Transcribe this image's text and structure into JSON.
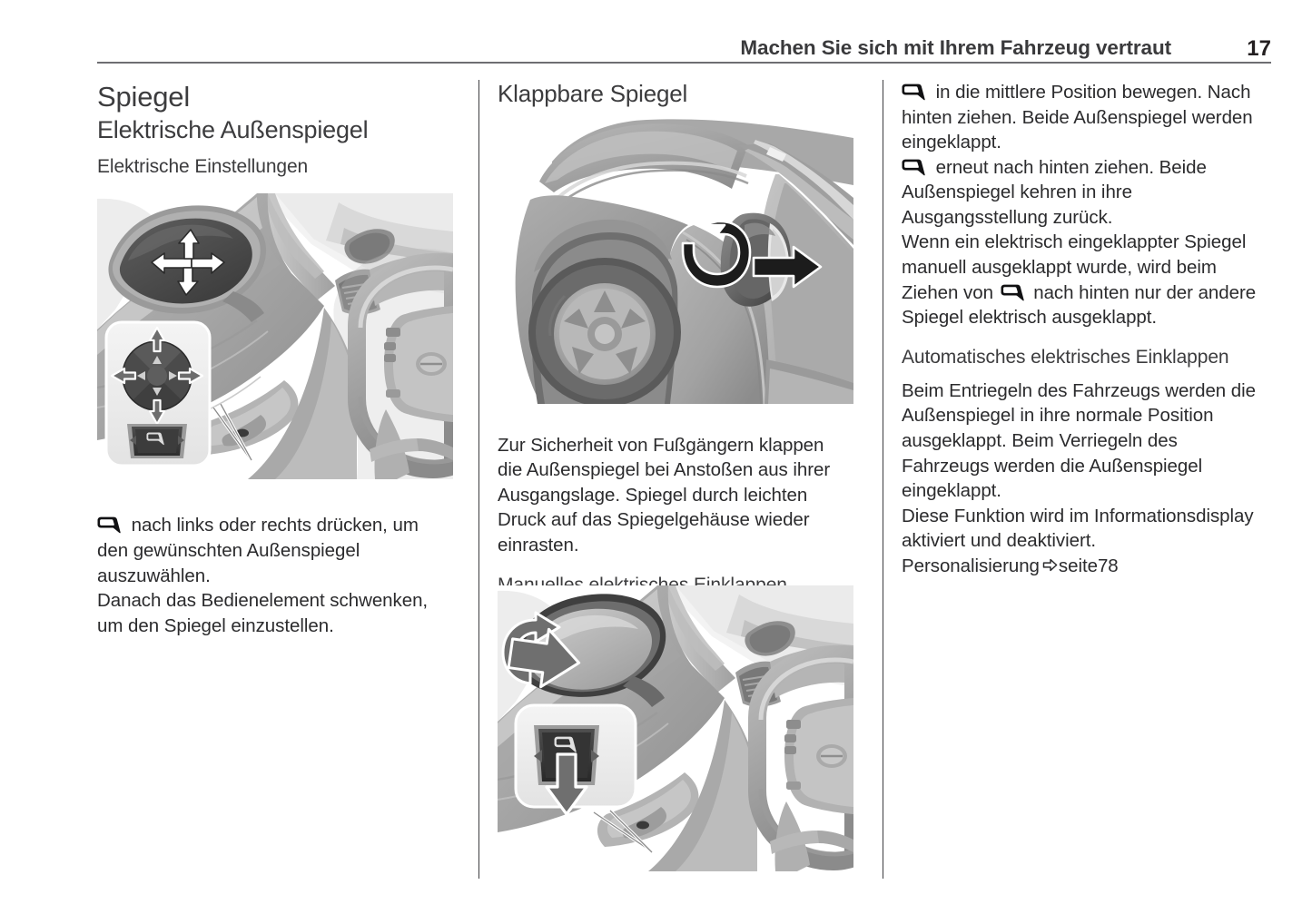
{
  "header": {
    "title": "Machen Sie sich mit Ihrem Fahrzeug vertraut",
    "page_number": "17"
  },
  "left_column": {
    "title": "Spiegel",
    "subtitle": "Elektrische Außenspiegel",
    "section_heading": "Elektrische Einstellungen",
    "figure_alt": "Außenspiegel mit Verstellrichtungen und Bedienelement in der Fahrertür",
    "paragraph_1_line_1": " nach links oder rechts drücken,",
    "paragraph_1_rest": "um den gewünschten Außenspiegel auszuwählen.",
    "paragraph_2": "Danach das Bedienelement schwenken, um den Spiegel einzustellen."
  },
  "middle_column": {
    "heading": "Klappbare Spiegel",
    "figure_1_alt": "Fahrzeugfront mit angeklapptem Außenspiegel",
    "paragraph_1": "Zur Sicherheit von Fußgängern klappen die Außenspiegel bei Anstoßen aus ihrer Ausgangslage. Spiegel durch leichten Druck auf das Spiegelgehäuse wieder einrasten.",
    "section_heading": "Manuelles elektrisches Einklappen",
    "figure_2_alt": "Außenspiegel klappt ein, Bedienelement mit Pfeil nach unten"
  },
  "right_column": {
    "paragraph_1_after_glyph": " in die mittlere Position bewegen. Nach hinten ziehen. Beide Außenspiegel werden eingeklappt.",
    "paragraph_2_after_glyph": " erneut nach hinten ziehen. Beide Außenspiegel kehren in ihre Ausgangsstellung zurück.",
    "paragraph_3_part_1": "Wenn ein elektrisch eingeklappter Spiegel manuell ausgeklappt wurde, wird beim Ziehen von ",
    "paragraph_3_part_2": " nach hinten nur der andere Spiegel elektrisch ausgeklappt.",
    "section_heading": "Automatisches elektrisches Einklappen",
    "paragraph_4": "Beim Entriegeln des Fahrzeugs werden die Außenspiegel in ihre normale Position ausgeklappt. Beim Verriegeln des Fahrzeugs werden die Außenspiegel eingeklappt.",
    "paragraph_5": "Diese Funktion wird im Informationsdisplay aktiviert und deaktiviert.",
    "cross_reference_label": "Personalisierung",
    "cross_reference_target": "seite78"
  },
  "icons": {
    "mirror_select": "mirror-select-icon",
    "cross_reference_arrow": "right-arrow-icon"
  },
  "colors": {
    "text": "#2b2b2d",
    "heading": "#3c3c3e",
    "rule": "#6e6e72",
    "divider": "#3d3d40",
    "background": "#ffffff"
  }
}
